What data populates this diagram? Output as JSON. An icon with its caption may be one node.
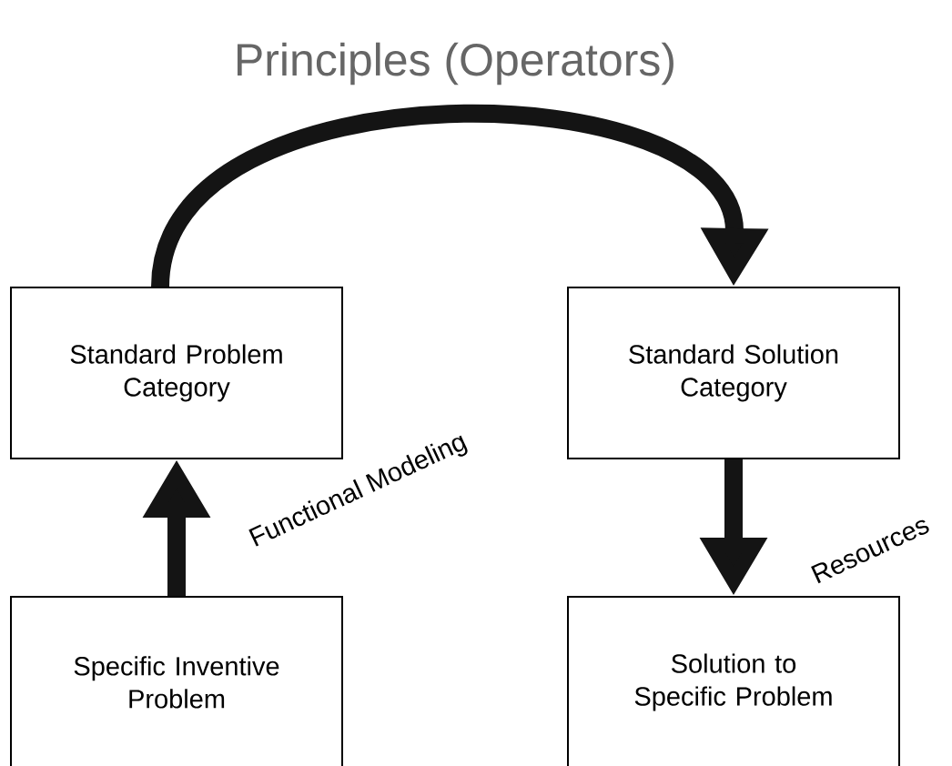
{
  "diagram": {
    "nodes": [
      {
        "text": [
          "Standard Problem Category"
        ]
      },
      {
        "text": [
          "Standard Solution Category"
        ]
      },
      {
        "text": [
          "Specific Inventive Problem"
        ]
      },
      {
        "text": [
          "Solution to Specific Problem"
        ]
      }
    ],
    "edges": [
      {
        "from": 2,
        "to": 0,
        "arrow": "to",
        "label": "Functional Modeling"
      },
      {
        "from": 1,
        "to": 3,
        "arrow": "to",
        "label": "Resources"
      },
      {
        "from": 0,
        "to": 1,
        "arrow": "to",
        "label": "Principles (Operators)"
      }
    ]
  }
}
